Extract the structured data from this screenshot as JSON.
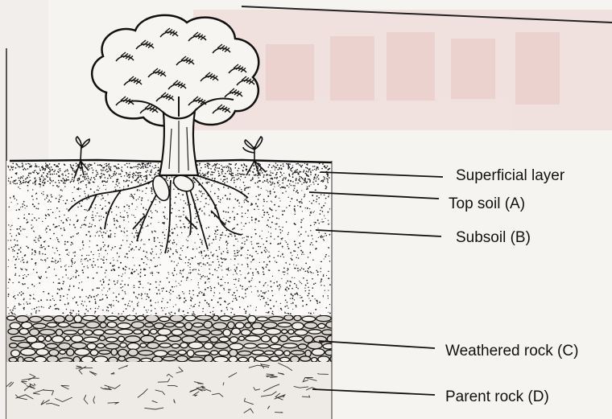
{
  "diagram": {
    "labels": {
      "superficial": "Superficial layer",
      "topsoil": "Top soil (A)",
      "subsoil": "Subsoil (B)",
      "weathered": "Weathered rock (C)",
      "parent": "Parent rock (D)"
    },
    "colors": {
      "ink": "#111111",
      "paper": "#f6f4f1",
      "watermark": "#e4b8b4"
    }
  }
}
